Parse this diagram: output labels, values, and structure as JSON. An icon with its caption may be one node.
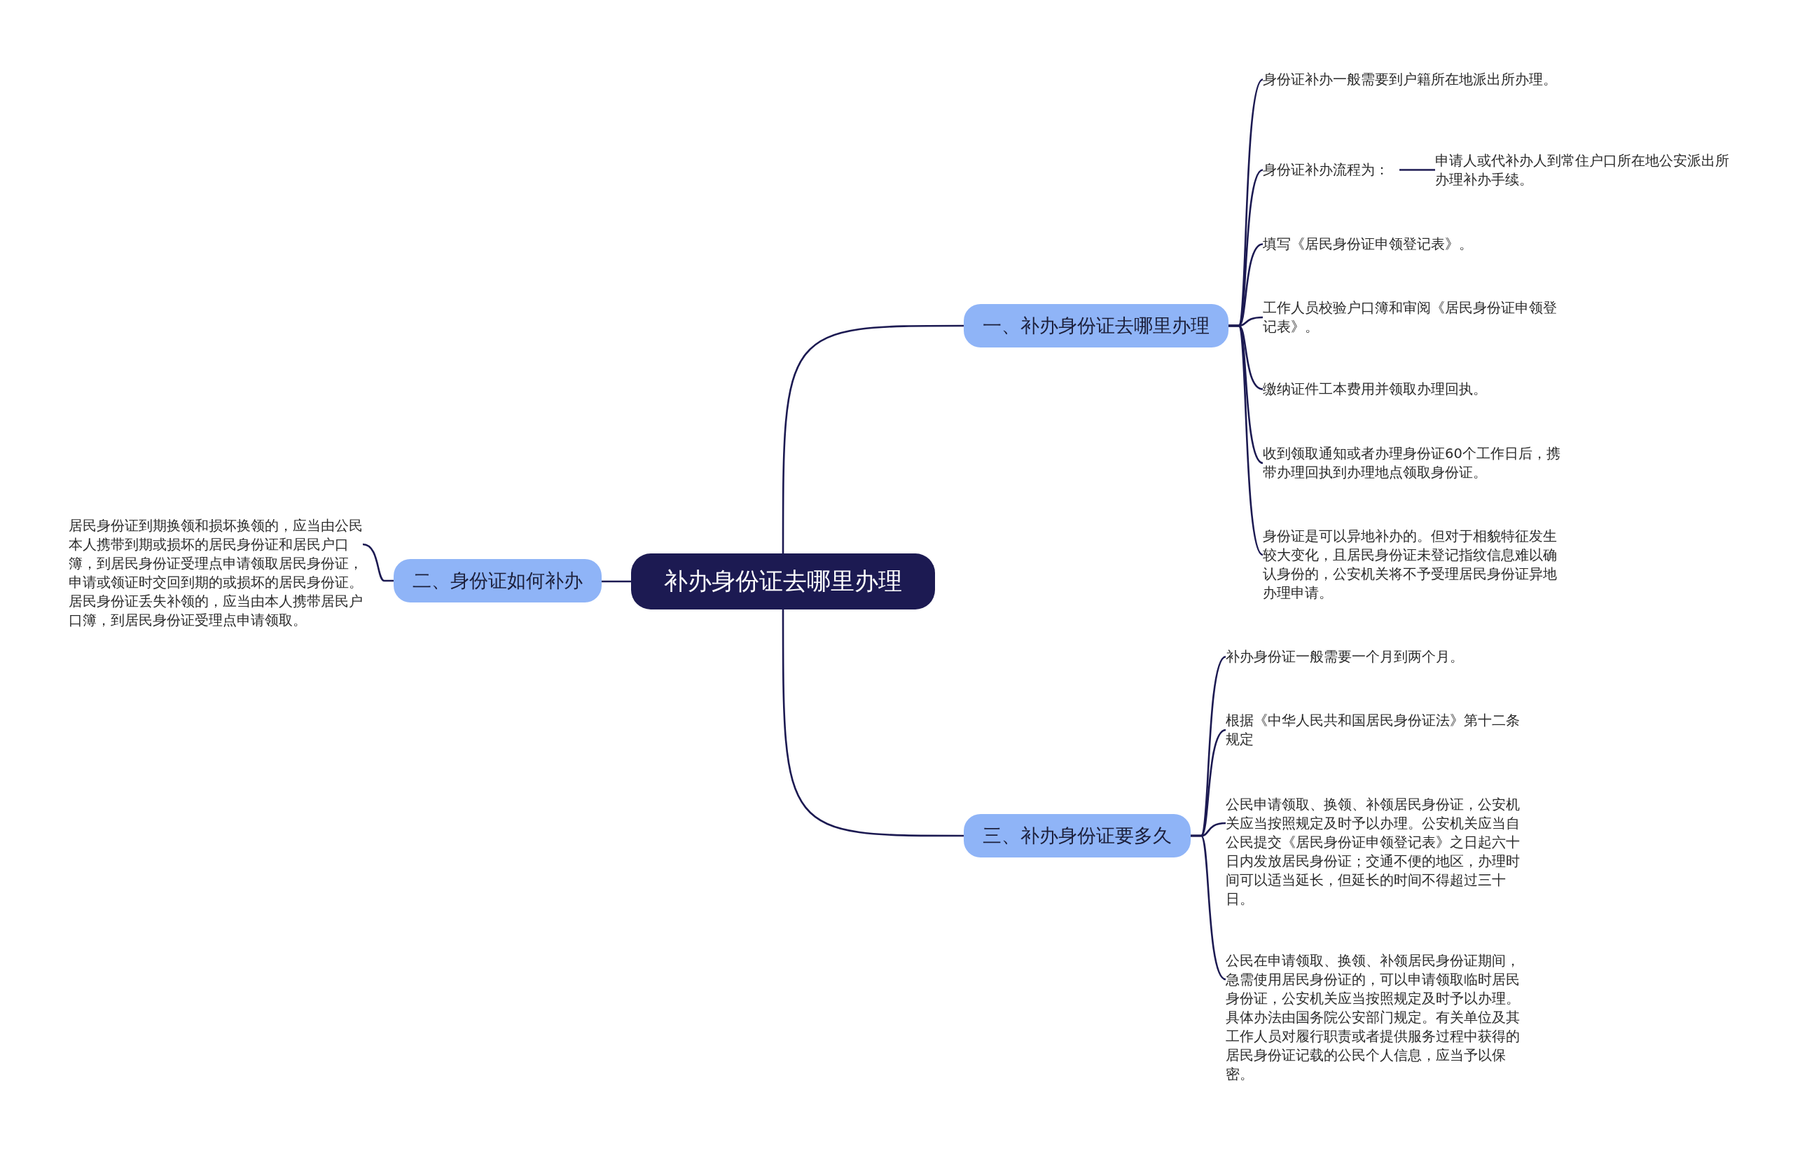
{
  "diagram": {
    "nodes": [
      {
        "text": [
          "补办身份证去哪里办理"
        ]
      },
      {
        "text": [
          "一、补办身份证去哪里办理"
        ]
      },
      {
        "text": [
          "身份证补办一般需要到户籍所在地派出所办理。"
        ]
      },
      {
        "text": [
          "身份证补办流程为："
        ]
      },
      {
        "text": [
          "申请人或代补办人到常住户口所在地公安派出所办理补办手续。"
        ]
      },
      {
        "text": [
          "填写《居民身份证申领登记表》。"
        ]
      },
      {
        "text": [
          "工作人员校验户口簿和审阅《居民身份证申领登记表》。"
        ]
      },
      {
        "text": [
          "缴纳证件工本费用并领取办理回执。"
        ]
      },
      {
        "text": [
          "收到领取通知或者办理身份证60个工作日后，携带办理回执到办理地点领取身份证。"
        ]
      },
      {
        "text": [
          "身份证是可以异地补办的。但对于相貌特征发生较大变化，且居民身份证未登记指纹信息难以确认身份的，公安机关将不予受理居民身份证异地办理申请。"
        ]
      },
      {
        "text": [
          "二、身份证如何补办"
        ]
      },
      {
        "text": [
          "居民身份证到期换领和损坏换领的，应当由公民本人携带到期或损坏的居民身份证和居民户口簿，到居民身份证受理点申请领取居民身份证，申请或领证时交回到期的或损坏的居民身份证。居民身份证丢失补领的，应当由本人携带居民户口簿，到居民身份证受理点申请领取。"
        ]
      },
      {
        "text": [
          "三、补办身份证要多久"
        ]
      },
      {
        "text": [
          "补办身份证一般需要一个月到两个月。"
        ]
      },
      {
        "text": [
          "根据《中华人民共和国居民身份证法》第十二条规定"
        ]
      },
      {
        "text": [
          "公民申请领取、换领、补领居民身份证，公安机关应当按照规定及时予以办理。公安机关应当自公民提交《居民身份证申领登记表》之日起六十日内发放居民身份证；交通不便的地区，办理时间可以适当延长，但延长的时间不得超过三十日。"
        ]
      },
      {
        "text": [
          "公民在申请领取、换领、补领居民身份证期间，急需使用居民身份证的，可以申请领取临时居民身份证，公安机关应当按照规定及时予以办理。具体办法由国务院公安部门规定。有关单位及其工作人员对履行职责或者提供服务过程中获得的居民身份证记载的公民个人信息，应当予以保密。"
        ]
      }
    ],
    "edges": [
      {
        "from": 0,
        "to": 1,
        "arrow": "none"
      },
      {
        "from": 1,
        "to": 2,
        "arrow": "none"
      },
      {
        "from": 1,
        "to": 3,
        "arrow": "none"
      },
      {
        "from": 3,
        "to": 4,
        "arrow": "none"
      },
      {
        "from": 1,
        "to": 5,
        "arrow": "none"
      },
      {
        "from": 1,
        "to": 6,
        "arrow": "none"
      },
      {
        "from": 1,
        "to": 7,
        "arrow": "none"
      },
      {
        "from": 1,
        "to": 8,
        "arrow": "none"
      },
      {
        "from": 1,
        "to": 9,
        "arrow": "none"
      },
      {
        "from": 0,
        "to": 10,
        "arrow": "none"
      },
      {
        "from": 10,
        "to": 11,
        "arrow": "none"
      },
      {
        "from": 0,
        "to": 12,
        "arrow": "none"
      },
      {
        "from": 12,
        "to": 13,
        "arrow": "none"
      },
      {
        "from": 12,
        "to": 14,
        "arrow": "none"
      },
      {
        "from": 12,
        "to": 15,
        "arrow": "none"
      },
      {
        "from": 12,
        "to": 16,
        "arrow": "none"
      }
    ]
  }
}
